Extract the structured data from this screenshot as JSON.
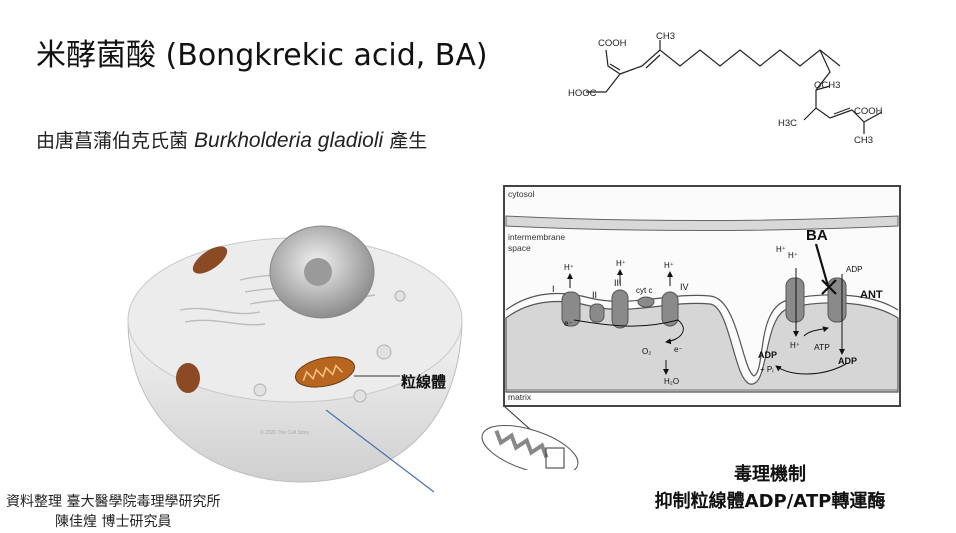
{
  "title": "米酵菌酸 (Bongkrekic acid, BA)",
  "subtitle": {
    "prefix": "由唐菖蒲伯克氏菌 ",
    "species": "Burkholderia gladioli",
    "suffix": " 產生"
  },
  "structure": {
    "cooh_top": "COOH",
    "ch3_top": "CH3",
    "hooc": "HOOC",
    "och3": "OCH3",
    "h3c": "H3C",
    "cooh_right": "COOH",
    "ch3_bottom": "CH3"
  },
  "cell": {
    "mito_label": "粒線體",
    "watermark": "© 2020 The Cell Story"
  },
  "mechanism": {
    "cytosol": "cytosol",
    "intermembrane": "intermembrane",
    "space": "space",
    "matrix": "matrix",
    "complex_I": "I",
    "complex_II": "II",
    "complex_III": "III",
    "complex_IV": "IV",
    "cytc": "cyt c",
    "electron": "e⁻",
    "h_plus": "H⁺",
    "o2": "O₂",
    "h2o": "H₂O",
    "ba": "BA",
    "adp": "ADP",
    "atp": "ATP",
    "ant": "ANT",
    "pi": "+ Pᵢ"
  },
  "caption": {
    "title": "毒理機制",
    "subtitle": "抑制粒線體ADP/ATP轉運酶"
  },
  "credit": {
    "line1": "資料整理 臺大醫學院毒理學研究所",
    "line2": "陳佳煌 博士研究員"
  },
  "colors": {
    "mito_orange": "#b8661f",
    "organelle_brown": "#8b4a23",
    "protein_gray": "#8a8a8a",
    "membrane_fill": "#d8d8d8",
    "panel_border": "#444444"
  }
}
